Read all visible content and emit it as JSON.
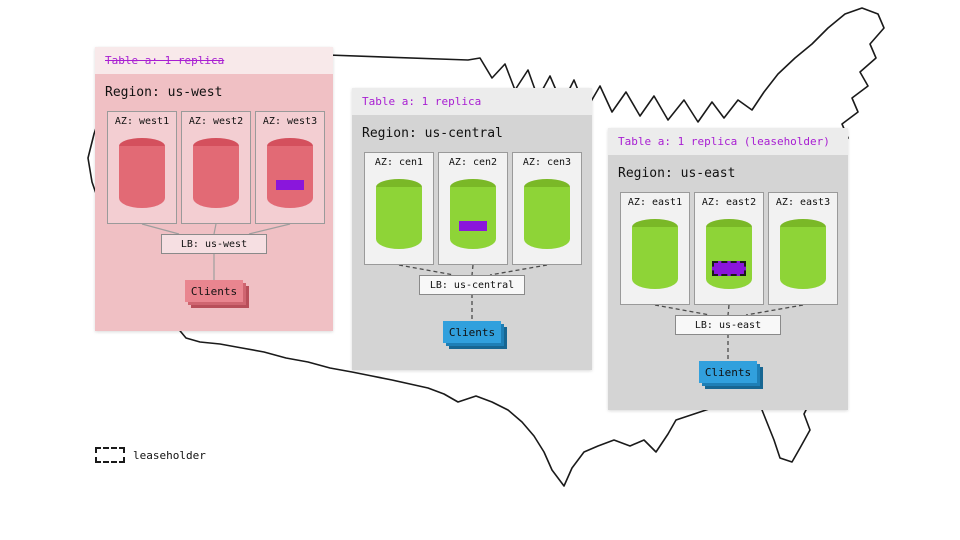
{
  "legend": {
    "label": "leaseholder"
  },
  "regions": [
    {
      "table_label": "Table a: 1 replica",
      "table_struck_out": true,
      "region_label": "Region: us-west",
      "azs": [
        {
          "label": "AZ: west1"
        },
        {
          "label": "AZ: west2"
        },
        {
          "label": "AZ: west3",
          "has_replica": true
        }
      ],
      "lb_label": "LB: us-west",
      "clients_label": "Clients",
      "status": "down"
    },
    {
      "table_label": "Table a: 1 replica",
      "region_label": "Region: us-central",
      "azs": [
        {
          "label": "AZ: cen1"
        },
        {
          "label": "AZ: cen2",
          "has_replica": true
        },
        {
          "label": "AZ: cen3"
        }
      ],
      "lb_label": "LB: us-central",
      "clients_label": "Clients",
      "status": "up"
    },
    {
      "table_label": "Table a: 1 replica (leaseholder)",
      "region_label": "Region: us-east",
      "azs": [
        {
          "label": "AZ: east1"
        },
        {
          "label": "AZ: east2",
          "has_replica": true,
          "is_leaseholder": true
        },
        {
          "label": "AZ: east3"
        }
      ],
      "lb_label": "LB: us-east",
      "clients_label": "Clients",
      "status": "up"
    }
  ],
  "colors": {
    "accent_purple": "#a81ed2",
    "replica_purple": "#8a16dc",
    "cylinder_green": "#8ed437",
    "cylinder_red": "#e26a75",
    "clients_blue": "#31a0dd",
    "region_gray": "#d4d4d4",
    "region_down_pink": "#f0c0c4"
  }
}
